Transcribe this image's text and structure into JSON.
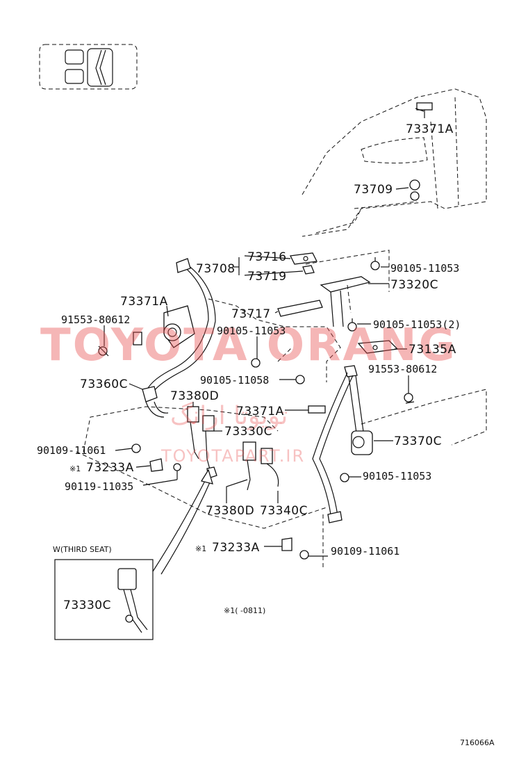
{
  "watermark": {
    "main": "TOYOTA ORANG",
    "farsi": "تویوتا ارانگ",
    "sub": "TOYOTAPART.IR"
  },
  "labels": {
    "p73371A_top": "73371A",
    "p73709": "73709",
    "p73716": "73716",
    "p73708": "73708",
    "p73719": "73719",
    "p90105_11053_a": "90105-11053",
    "p73320C": "73320C",
    "p73371A_left": "73371A",
    "p73717": "73717",
    "p91553_80612_a": "91553-80612",
    "p90105_11053_b": "90105-11053",
    "p90105_11053_2": "90105-11053(2)",
    "p73135A": "73135A",
    "p73360C": "73360C",
    "p90105_11058": "90105-11058",
    "p91553_80612_b": "91553-80612",
    "p73380D_top": "73380D",
    "p73371A_mid": "73371A",
    "p73330C": "73330C",
    "p73370C": "73370C",
    "p90109_11061_a": "90109-11061",
    "p73233A_a": "73233A",
    "note1_a": "※1",
    "p90105_11053_c": "90105-11053",
    "p90119_11035": "90119-11035",
    "p73380D_bot": "73380D",
    "p73340C": "73340C",
    "inset_title": "W(THIRD SEAT)",
    "note1_b": "※1",
    "p73233A_b": "73233A",
    "p90109_11061_b": "90109-11061",
    "p73330C_inset": "73330C",
    "footnote": "※1(  -0811)",
    "ref": "716066A"
  }
}
